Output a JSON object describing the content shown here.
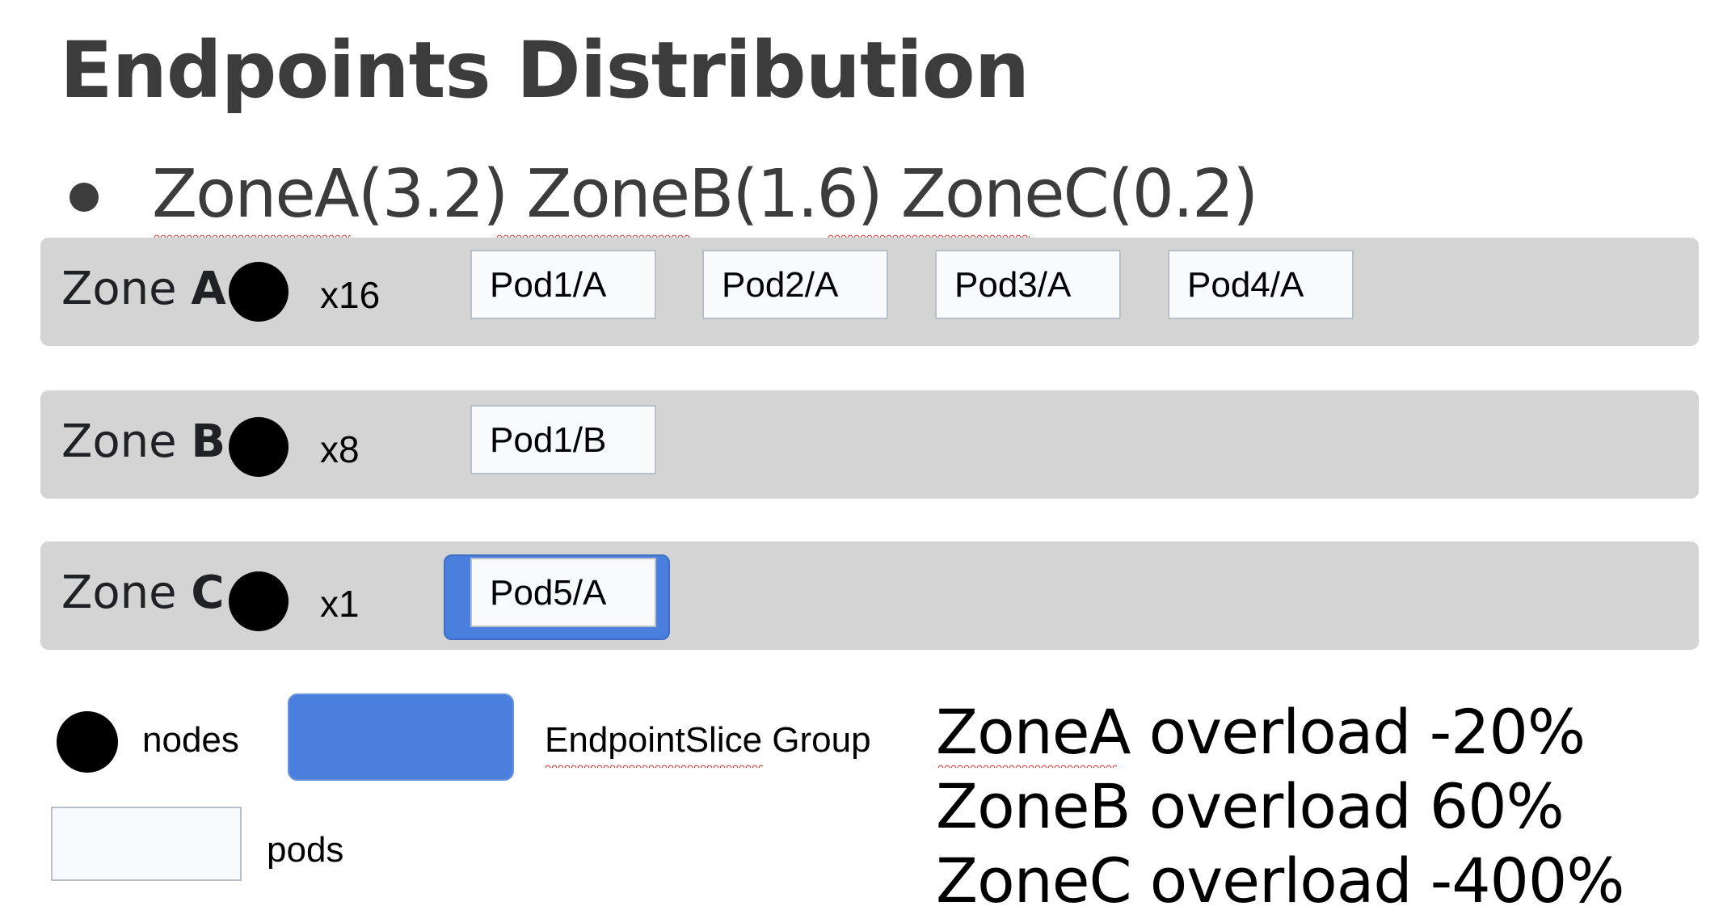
{
  "title": "Endpoints Distribution",
  "bullet": "ZoneA(3.2) ZoneB(1.6) ZoneC(0.2)",
  "zones": [
    {
      "prefix": "Zone ",
      "letter": "A",
      "count": "x16",
      "pods": [
        "Pod1/A",
        "Pod2/A",
        "Pod3/A",
        "Pod4/A"
      ]
    },
    {
      "prefix": "Zone ",
      "letter": "B",
      "count": "x8",
      "pods": [
        "Pod1/B"
      ]
    },
    {
      "prefix": "Zone ",
      "letter": "C",
      "count": "x1",
      "pods": [
        "Pod5/A"
      ]
    }
  ],
  "legend": {
    "nodes_label": "nodes",
    "group_label": "EndpointSlice Group",
    "pods_label": "pods"
  },
  "overloads": [
    "ZoneA overload -20%",
    "ZoneB overload 60%",
    "ZoneC overload -400%"
  ],
  "colors": {
    "zone_background": "#d4d4d4",
    "endpointslice_group": "#4a7fdd",
    "pod_fill": "#f8f9fb",
    "node": "#000000"
  }
}
